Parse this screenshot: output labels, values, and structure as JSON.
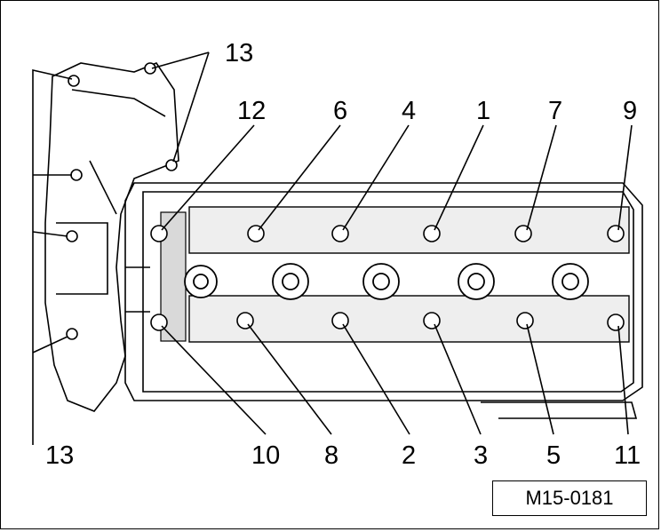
{
  "figure_id": "M15-0181",
  "callouts": {
    "c1": "1",
    "c2": "2",
    "c3": "3",
    "c4": "4",
    "c5": "5",
    "c6": "6",
    "c7": "7",
    "c8": "8",
    "c9": "9",
    "c10": "10",
    "c11": "11",
    "c12": "12",
    "c13_top": "13",
    "c13_bottom": "13"
  },
  "colors": {
    "line": "#000000",
    "fill": "#ffffff",
    "part_shade": "#d9d9d9",
    "camshaft_shade": "#eeeeee"
  }
}
